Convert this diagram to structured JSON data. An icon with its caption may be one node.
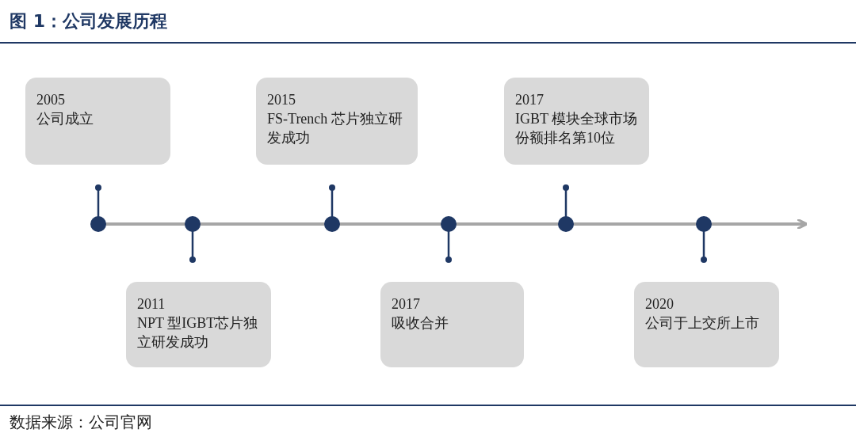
{
  "diagram": {
    "title": "图 1：公司发展历程",
    "nodes": [
      {
        "text": [
          "2005",
          "公司成立"
        ]
      },
      {
        "text": [
          "2011",
          "NPT 型IGBT芯片独立研发成功"
        ]
      },
      {
        "text": [
          "2015",
          "FS-Trench 芯片独立研发成功"
        ]
      },
      {
        "text": [
          "2017",
          "吸收合并"
        ]
      },
      {
        "text": [
          "2017",
          "IGBT 模块全球市场份额排名第10位"
        ]
      },
      {
        "text": [
          "2020",
          "公司于上交所上市"
        ]
      }
    ],
    "edges": [],
    "caption": "数据来源：公司官网"
  }
}
